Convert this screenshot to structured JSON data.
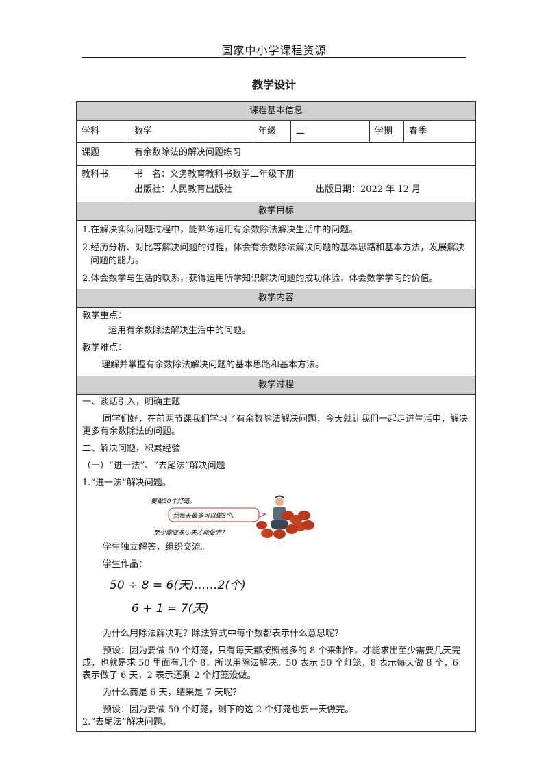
{
  "header": {
    "site_name": "国家中小学课程资源"
  },
  "doc_title": "教学设计",
  "basic_info": {
    "heading": "课程基本信息",
    "subject_label": "学科",
    "subject": "数学",
    "grade_label": "年级",
    "grade": "二",
    "term_label": "学期",
    "term": "春季",
    "course_label": "课题",
    "course": "有余数除法的解决问题练习",
    "textbook_label": "教科书",
    "book_name": "书　名：义务教育教科书数学二年级下册",
    "publisher": "出版社：人民教育出版社",
    "pub_date": "出版日期：2022 年 12 月"
  },
  "goals": {
    "heading": "教学目标",
    "items": [
      "1.在解决实际问题过程中，能熟练运用有余数除法解决生活中的问题。",
      "2.经历分析、对比等解决问题的过程，体会有余数除法解决问题的基本思路和基本方法，发展解决问题的能力。",
      "2.体会数学与生活的联系，获得运用所学知识解决问题的成功体验，体会数学学习的价值。"
    ]
  },
  "content": {
    "heading": "教学内容",
    "key_label": "教学重点：",
    "key_text": "运用有余数除法解决生活中的问题。",
    "diff_label": "教学难点：",
    "diff_text": "理解并掌握有余数除法解决问题的基本思路和基本方法。"
  },
  "process": {
    "heading": "教学过程",
    "s1_title": "一、谈话引入，明确主题",
    "s1_text": "同学们好，在前两节课我们学习了有余数除法解决问题，今天就让我们一起走进生活中，解决更多有余数除法的问题。",
    "s2_title": "二、解决问题，积累经验",
    "s2_sub": "（一）“进一法”、“去尾法”解决问题",
    "p1_title": "1.“进一法”解决问题。",
    "figure": {
      "text1": "要做50个灯笼。",
      "bubble": "我每天最多可以做8个。",
      "text2": "至少需要多少天才能做完？"
    },
    "p_solve": "学生独立解答，组织交流。",
    "p_works": "学生作品：",
    "work": {
      "eq1": "50 ÷ 8 = 6(天)……2(个)",
      "eq2": "6 + 1 = 7(天)"
    },
    "q1": "为什么用除法解决呢？除法算式中每个数都表示什么意思呢？",
    "a1": "预设：因为要做 50 个灯笼，只有每天都按照最多的 8 个来制作，才能求出至少需要几天完成，也就是求 50 里面有几个 8，所以用除法解决。50 表示 50 个灯笼，8 表示每天做 8 个，6 表示做了 6 天，2 表示还剩 2 个灯笼没做。",
    "q2": "为什么商是 6 天，结果是 7 天呢？",
    "a2": "预设：因为要做 50 个灯笼，剩下的这 2 个灯笼也要一天做完。",
    "p2_title": "2.“去尾法”解决问题。"
  },
  "colors": {
    "section_bg": "#d0d0d0",
    "border": "#333333",
    "lantern": "#b83a1e"
  }
}
